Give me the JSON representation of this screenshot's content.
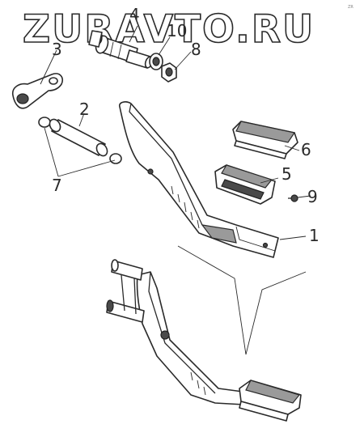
{
  "watermark": "ZURAVTO.RU",
  "corner_mark": "ZR",
  "callouts": {
    "c1": "1",
    "c2": "2",
    "c3": "3",
    "c4": "4",
    "c5": "5",
    "c6": "6",
    "c7": "7",
    "c8": "8",
    "c9": "9",
    "c10": "10"
  }
}
